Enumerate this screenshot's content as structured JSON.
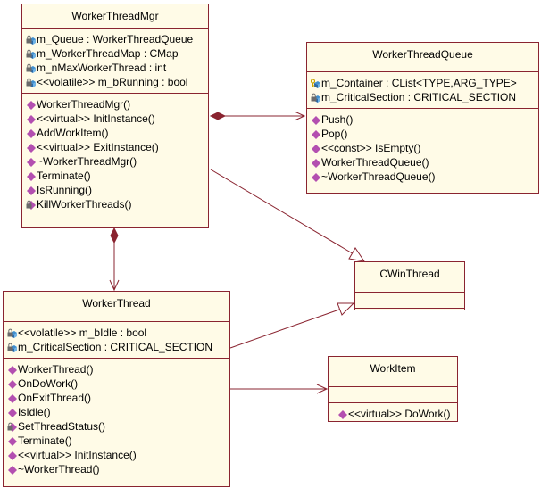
{
  "classes": {
    "mgr": {
      "name": "WorkerThreadMgr",
      "attributes": [
        {
          "icon": "protected-attribute-icon",
          "text": "m_Queue : WorkerThreadQueue"
        },
        {
          "icon": "protected-attribute-icon",
          "text": "m_WorkerThreadMap : CMap"
        },
        {
          "icon": "protected-attribute-icon",
          "text": "m_nMaxWorkerThread : int"
        },
        {
          "icon": "protected-attribute-icon",
          "text": "<<volatile>> m_bRunning : bool"
        }
      ],
      "operations": [
        {
          "icon": "public-operation-icon",
          "text": "WorkerThreadMgr()"
        },
        {
          "icon": "public-operation-icon",
          "text": "<<virtual>> InitInstance()"
        },
        {
          "icon": "public-operation-icon",
          "text": "AddWorkItem()"
        },
        {
          "icon": "public-operation-icon",
          "text": "<<virtual>> ExitInstance()"
        },
        {
          "icon": "public-operation-icon",
          "text": "~WorkerThreadMgr()"
        },
        {
          "icon": "public-operation-icon",
          "text": "Terminate()"
        },
        {
          "icon": "public-operation-icon",
          "text": "IsRunning()"
        },
        {
          "icon": "protected-operation-icon",
          "text": "KillWorkerThreads()"
        }
      ]
    },
    "queue": {
      "name": "WorkerThreadQueue",
      "attributes": [
        {
          "icon": "private-attribute-icon",
          "text": "m_Container : CList<TYPE,ARG_TYPE>"
        },
        {
          "icon": "protected-attribute-icon",
          "text": "m_CriticalSection : CRITICAL_SECTION"
        }
      ],
      "operations": [
        {
          "icon": "public-operation-icon",
          "text": "Push()"
        },
        {
          "icon": "public-operation-icon",
          "text": "Pop()"
        },
        {
          "icon": "public-operation-icon",
          "text": "<<const>> IsEmpty()"
        },
        {
          "icon": "public-operation-icon",
          "text": "WorkerThreadQueue()"
        },
        {
          "icon": "public-operation-icon",
          "text": "~WorkerThreadQueue()"
        }
      ]
    },
    "thread": {
      "name": "WorkerThread",
      "attributes": [
        {
          "icon": "protected-attribute-icon",
          "text": "<<volatile>> m_bIdle : bool"
        },
        {
          "icon": "protected-attribute-icon",
          "text": "m_CriticalSection : CRITICAL_SECTION"
        }
      ],
      "operations": [
        {
          "icon": "public-operation-icon",
          "text": "WorkerThread()"
        },
        {
          "icon": "public-operation-icon",
          "text": "OnDoWork()"
        },
        {
          "icon": "public-operation-icon",
          "text": "OnExitThread()"
        },
        {
          "icon": "public-operation-icon",
          "text": "IsIdle()"
        },
        {
          "icon": "protected-operation-icon",
          "text": "SetThreadStatus()"
        },
        {
          "icon": "public-operation-icon",
          "text": "Terminate()"
        },
        {
          "icon": "public-operation-icon",
          "text": "<<virtual>> InitInstance()"
        },
        {
          "icon": "public-operation-icon",
          "text": "~WorkerThread()"
        }
      ]
    },
    "cwin": {
      "name": "CWinThread"
    },
    "workitem": {
      "name": "WorkItem",
      "operations": [
        {
          "icon": "public-operation-icon",
          "text": "<<virtual>> DoWork()"
        }
      ]
    }
  },
  "colors": {
    "border": "#8a2430",
    "fill": "#fffbe7",
    "edge": "#8a2430",
    "attr_icon": "#3f8fd0",
    "op_icon": "#b34fb0",
    "lock": "#6a6a6a"
  }
}
